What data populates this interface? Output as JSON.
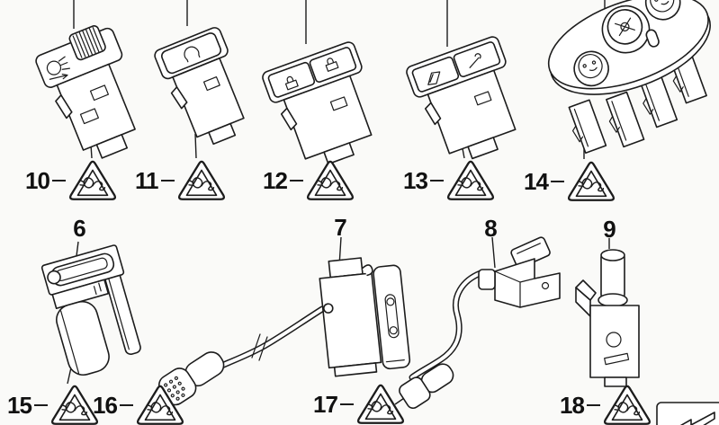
{
  "diagram": {
    "colors": {
      "background": "#fafaf8",
      "line": "#1c1c1c"
    },
    "part_labels": [
      {
        "label": "6"
      },
      {
        "label": "7"
      },
      {
        "label": "8"
      },
      {
        "label": "9"
      }
    ],
    "callouts": [
      {
        "label": "10",
        "icon": "connector-warning-triangle-icon"
      },
      {
        "label": "11",
        "icon": "connector-warning-triangle-icon"
      },
      {
        "label": "12",
        "icon": "connector-warning-triangle-icon"
      },
      {
        "label": "13",
        "icon": "connector-warning-triangle-icon"
      },
      {
        "label": "14",
        "icon": "connector-warning-triangle-icon"
      },
      {
        "label": "15",
        "icon": "connector-warning-triangle-icon"
      },
      {
        "label": "16",
        "icon": "connector-warning-triangle-icon"
      },
      {
        "label": "17",
        "icon": "connector-warning-triangle-icon"
      },
      {
        "label": "18",
        "icon": "connector-warning-triangle-icon"
      }
    ],
    "corner_icon": "page-turn-arrow-icon"
  }
}
